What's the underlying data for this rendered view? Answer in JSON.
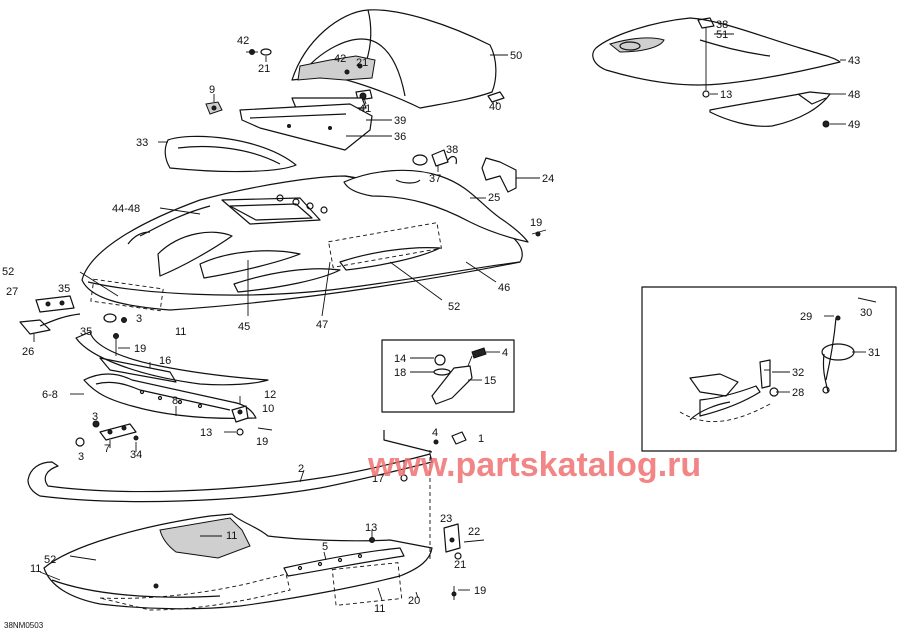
{
  "watermark": "www.partskatalog.ru",
  "drawing_code": "38NM0503",
  "callouts": [
    {
      "id": "c42a",
      "text": "42"
    },
    {
      "id": "c21a",
      "text": "21"
    },
    {
      "id": "c42b",
      "text": "42"
    },
    {
      "id": "c21b",
      "text": "21"
    },
    {
      "id": "c41",
      "text": "41"
    },
    {
      "id": "c50",
      "text": "50"
    },
    {
      "id": "c40",
      "text": "40"
    },
    {
      "id": "c9",
      "text": "9"
    },
    {
      "id": "c39",
      "text": "39"
    },
    {
      "id": "c36",
      "text": "36"
    },
    {
      "id": "c33",
      "text": "33"
    },
    {
      "id": "c38a",
      "text": "38"
    },
    {
      "id": "c37",
      "text": "37"
    },
    {
      "id": "c24",
      "text": "24"
    },
    {
      "id": "c25",
      "text": "25"
    },
    {
      "id": "c4448",
      "text": "44-48"
    },
    {
      "id": "c19a",
      "text": "19"
    },
    {
      "id": "c52a",
      "text": "52"
    },
    {
      "id": "c46",
      "text": "46"
    },
    {
      "id": "c27",
      "text": "27"
    },
    {
      "id": "c35a",
      "text": "35"
    },
    {
      "id": "c3a",
      "text": "3"
    },
    {
      "id": "c11a",
      "text": "11"
    },
    {
      "id": "c45",
      "text": "45"
    },
    {
      "id": "c47",
      "text": "47"
    },
    {
      "id": "c52b",
      "text": "52"
    },
    {
      "id": "c26",
      "text": "26"
    },
    {
      "id": "c35b",
      "text": "35"
    },
    {
      "id": "c19b",
      "text": "19"
    },
    {
      "id": "c16",
      "text": "16"
    },
    {
      "id": "c68",
      "text": "6-8"
    },
    {
      "id": "c12",
      "text": "12"
    },
    {
      "id": "c8",
      "text": "8"
    },
    {
      "id": "c10",
      "text": "10"
    },
    {
      "id": "c3b",
      "text": "3"
    },
    {
      "id": "c7",
      "text": "7"
    },
    {
      "id": "c13a",
      "text": "13"
    },
    {
      "id": "c19c",
      "text": "19"
    },
    {
      "id": "c3c",
      "text": "3"
    },
    {
      "id": "c34",
      "text": "34"
    },
    {
      "id": "c14",
      "text": "14"
    },
    {
      "id": "c4a",
      "text": "4"
    },
    {
      "id": "c18",
      "text": "18"
    },
    {
      "id": "c15",
      "text": "15"
    },
    {
      "id": "c2",
      "text": "2"
    },
    {
      "id": "c4b",
      "text": "4"
    },
    {
      "id": "c1",
      "text": "1"
    },
    {
      "id": "c17",
      "text": "17"
    },
    {
      "id": "c23",
      "text": "23"
    },
    {
      "id": "c22",
      "text": "22"
    },
    {
      "id": "c21c",
      "text": "21"
    },
    {
      "id": "c13b",
      "text": "13"
    },
    {
      "id": "c11b",
      "text": "11"
    },
    {
      "id": "c52c",
      "text": "52"
    },
    {
      "id": "c11c",
      "text": "11"
    },
    {
      "id": "c5",
      "text": "5"
    },
    {
      "id": "c11d",
      "text": "11"
    },
    {
      "id": "c20",
      "text": "20"
    },
    {
      "id": "c19d",
      "text": "19"
    },
    {
      "id": "c38b",
      "text": "38"
    },
    {
      "id": "c51",
      "text": "51"
    },
    {
      "id": "c43",
      "text": "43"
    },
    {
      "id": "c13c",
      "text": "13"
    },
    {
      "id": "c48",
      "text": "48"
    },
    {
      "id": "c49",
      "text": "49"
    },
    {
      "id": "c29",
      "text": "29"
    },
    {
      "id": "c30",
      "text": "30"
    },
    {
      "id": "c31",
      "text": "31"
    },
    {
      "id": "c32",
      "text": "32"
    },
    {
      "id": "c28",
      "text": "28"
    }
  ]
}
